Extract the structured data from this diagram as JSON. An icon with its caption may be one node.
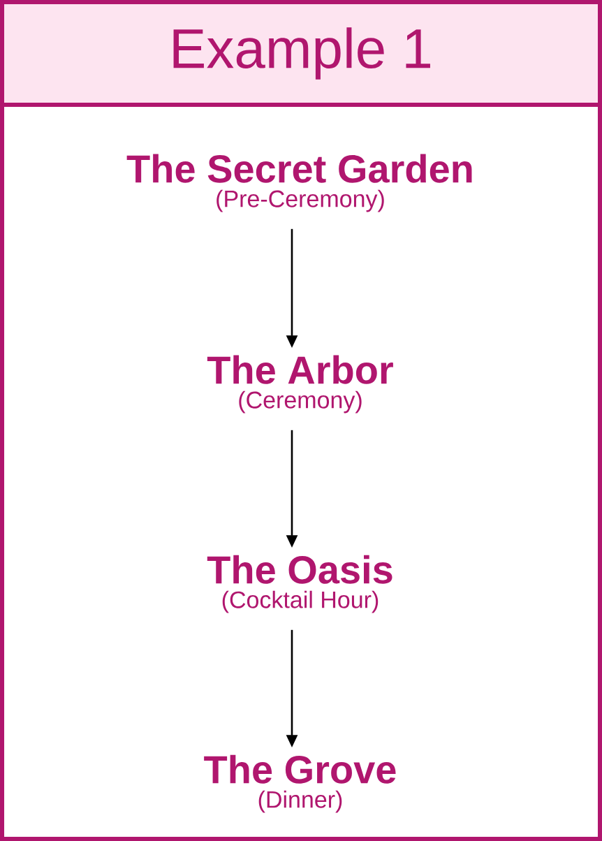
{
  "diagram": {
    "title": "Example 1",
    "nodes": [
      {
        "text": [
          "The Secret Garden",
          "(Pre-Ceremony)"
        ]
      },
      {
        "text": [
          "The Arbor",
          "(Ceremony)"
        ]
      },
      {
        "text": [
          "The Oasis",
          "(Cocktail Hour)"
        ]
      },
      {
        "text": [
          "The Grove",
          "(Dinner)"
        ]
      }
    ],
    "edges": [
      {
        "from": 0,
        "to": 1,
        "arrow": "to"
      },
      {
        "from": 1,
        "to": 2,
        "arrow": "to"
      },
      {
        "from": 2,
        "to": 3,
        "arrow": "to"
      }
    ]
  }
}
